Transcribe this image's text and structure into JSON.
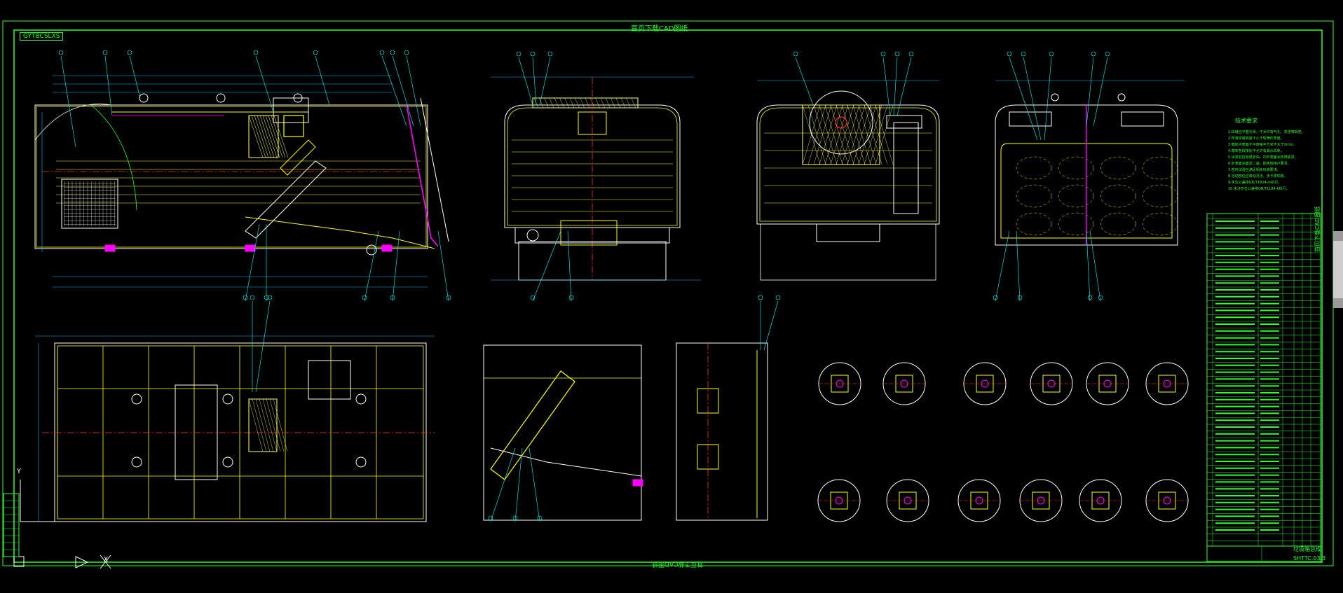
{
  "titles": {
    "top": "首页下载CAD图纸",
    "bottom": "首页下载CAD图纸",
    "corner_tag": "GYTBCSLXS",
    "side": "首页下载CAD图纸",
    "sheet_number": "SHTTC.03.3",
    "title_block_name": "垃圾箱总成"
  },
  "notes": {
    "heading": "技术要求",
    "lines": [
      "1.焊缝应平整光滑，不允许有气孔、夹渣等缺陷。",
      "2.所有焊缝高度不小于较薄件厚度。",
      "3.箱体内表面不平度每平方米不大于3mm。",
      "4.箱体各焊接处不允许有漏水现象。",
      "5.涂漆前应除锈去油，内外表面涂防锈底漆。",
      "6.外表面涂面漆二遍，颜色按用户要求。",
      "7.密封试验应满足相关标准要求。",
      "8.活动部位应转动灵活，无卡滞现象。",
      "9.未注公差按GB/T1804-m执行。",
      "10.未注形位公差按GB/T1184-K执行。"
    ]
  },
  "colors": {
    "background": "#000000",
    "frame": "#2aff2a",
    "outline": "#ffffff",
    "body": "#ffff00",
    "accent": "#ff00ff",
    "leader": "#00ffff",
    "dimension": "#00c0ff",
    "hatch": "#ffff66",
    "center": "#ff3030"
  },
  "icons": {
    "ucs": "ucs-y-axis-icon",
    "triangle": "ucs-triangle-icon",
    "cross": "ucs-x-cross-icon",
    "scroll": "scrollbar"
  },
  "ucs_labels": {
    "y": "Y",
    "x": "X"
  }
}
